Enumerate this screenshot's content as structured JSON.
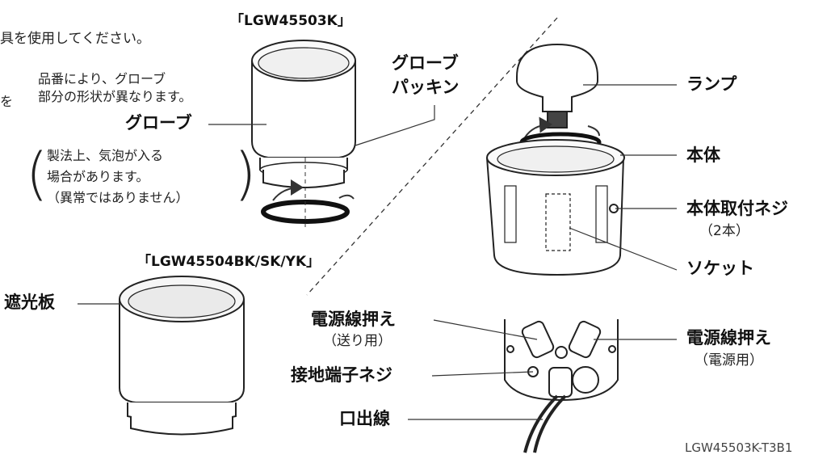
{
  "top_instruction": "具を使用してください。",
  "edge_fragment": "を",
  "model_a": "「LGW45503K」",
  "model_b": "「LGW45504BK/SK/YK」",
  "note_shape": [
    "品番により、グローブ",
    "部分の形状が異なります。"
  ],
  "note_bubbles": [
    "製法上、気泡が入る",
    "場合があります。",
    "（異常ではありません）"
  ],
  "labels": {
    "globe": "グローブ",
    "globe_packing": [
      "グローブ",
      "パッキン"
    ],
    "shade": "遮光板",
    "lamp": "ランプ",
    "body": "本体",
    "body_screw": "本体取付ネジ",
    "body_screw_count": "（2本）",
    "socket": "ソケット",
    "cable_clamp_feed": "電源線押え",
    "cable_clamp_feed_sub": "（送り用）",
    "cable_clamp_power": "電源線押え",
    "cable_clamp_power_sub": "（電源用）",
    "ground_screw": "接地端子ネジ",
    "outlet_wire": "口出線"
  },
  "figure_code": "LGW45503K-T3B1"
}
